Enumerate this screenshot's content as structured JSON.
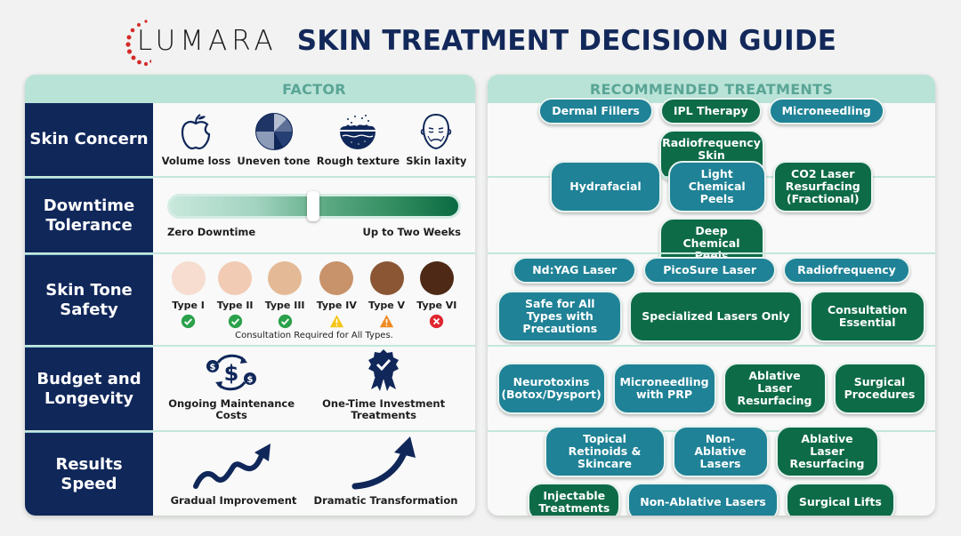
{
  "header": {
    "logo_text": "LUMARA",
    "title": "SKIN TREATMENT DECISION GUIDE",
    "logo_dot_color": "#d42a2a"
  },
  "colors": {
    "navy": "#10275a",
    "header_strip": "#b9e3d7",
    "header_text": "#5aa596",
    "pill_teal": "#1f8296",
    "pill_green": "#0e6b48"
  },
  "left_panel": {
    "heading": "FACTOR",
    "rows": [
      {
        "label": "Skin Concern",
        "items": [
          {
            "icon": "apple-icon",
            "label": "Volume loss"
          },
          {
            "icon": "pie-tone-icon",
            "label": "Uneven tone"
          },
          {
            "icon": "skin-texture-icon",
            "label": "Rough texture"
          },
          {
            "icon": "sagging-face-icon",
            "label": "Skin laxity"
          }
        ]
      },
      {
        "label": "Downtime Tolerance",
        "slider": {
          "min_label": "Zero Downtime",
          "max_label": "Up to Two Weeks",
          "position_pct": 50
        }
      },
      {
        "label": "Skin Tone Safety",
        "tones": [
          {
            "label": "Type I",
            "color": "#f6ddd0",
            "status": "safe"
          },
          {
            "label": "Type II",
            "color": "#f1cbb4",
            "status": "safe"
          },
          {
            "label": "Type III",
            "color": "#e4b995",
            "status": "safe"
          },
          {
            "label": "Type IV",
            "color": "#c8926a",
            "status": "caution"
          },
          {
            "label": "Type V",
            "color": "#8a5634",
            "status": "warning"
          },
          {
            "label": "Type VI",
            "color": "#4e2a16",
            "status": "unsafe"
          }
        ],
        "note": "Consultation Required for All Types."
      },
      {
        "label": "Budget and Longevity",
        "items": [
          {
            "icon": "recurring-cost-icon",
            "label": "Ongoing Maintenance Costs"
          },
          {
            "icon": "award-badge-icon",
            "label": "One-Time Investment Treatments"
          }
        ]
      },
      {
        "label": "Results Speed",
        "items": [
          {
            "icon": "wavy-arrow-icon",
            "label": "Gradual Improvement"
          },
          {
            "icon": "curved-arrow-icon",
            "label": "Dramatic Transformation"
          }
        ]
      }
    ]
  },
  "right_panel": {
    "heading": "RECOMMENDED TREATMENTS",
    "rows": [
      {
        "pills": [
          {
            "label": "Dermal Fillers",
            "color": "teal"
          },
          {
            "label": "IPL Therapy",
            "color": "green"
          },
          {
            "label": "Microneedling",
            "color": "teal"
          },
          {
            "label": "Radiofrequency Skin Tightening",
            "color": "green"
          }
        ]
      },
      {
        "pills": [
          {
            "label": "Hydrafacial",
            "color": "teal"
          },
          {
            "label": "Light Chemical Peels",
            "color": "teal"
          },
          {
            "label": "CO2 Laser Resurfacing (Fractional)",
            "color": "green"
          },
          {
            "label": "Deep Chemical Peels",
            "color": "green"
          }
        ]
      },
      {
        "pills": [
          {
            "label": "Nd:YAG Laser",
            "color": "teal"
          },
          {
            "label": "PicoSure Laser",
            "color": "teal"
          },
          {
            "label": "Radiofrequency",
            "color": "teal"
          },
          {
            "label": "Safe for All Types with Precautions",
            "color": "teal"
          },
          {
            "label": "Specialized Lasers Only",
            "color": "green"
          },
          {
            "label": "Consultation Essential",
            "color": "green"
          }
        ]
      },
      {
        "pills": [
          {
            "label": "Neurotoxins (Botox/Dysport)",
            "color": "teal"
          },
          {
            "label": "Microneedling with PRP",
            "color": "teal"
          },
          {
            "label": "Ablative Laser Resurfacing",
            "color": "green"
          },
          {
            "label": "Surgical Procedures",
            "color": "green"
          }
        ]
      },
      {
        "pills": [
          {
            "label": "Topical Retinoids & Skincare",
            "color": "teal"
          },
          {
            "label": "Non-Ablative Lasers",
            "color": "teal"
          },
          {
            "label": "Ablative Laser Resurfacing",
            "color": "green"
          },
          {
            "label": "Injectable Treatments",
            "color": "green"
          },
          {
            "label": "Non-Ablative Lasers",
            "color": "teal"
          },
          {
            "label": "Surgical Lifts",
            "color": "green"
          }
        ]
      }
    ]
  }
}
